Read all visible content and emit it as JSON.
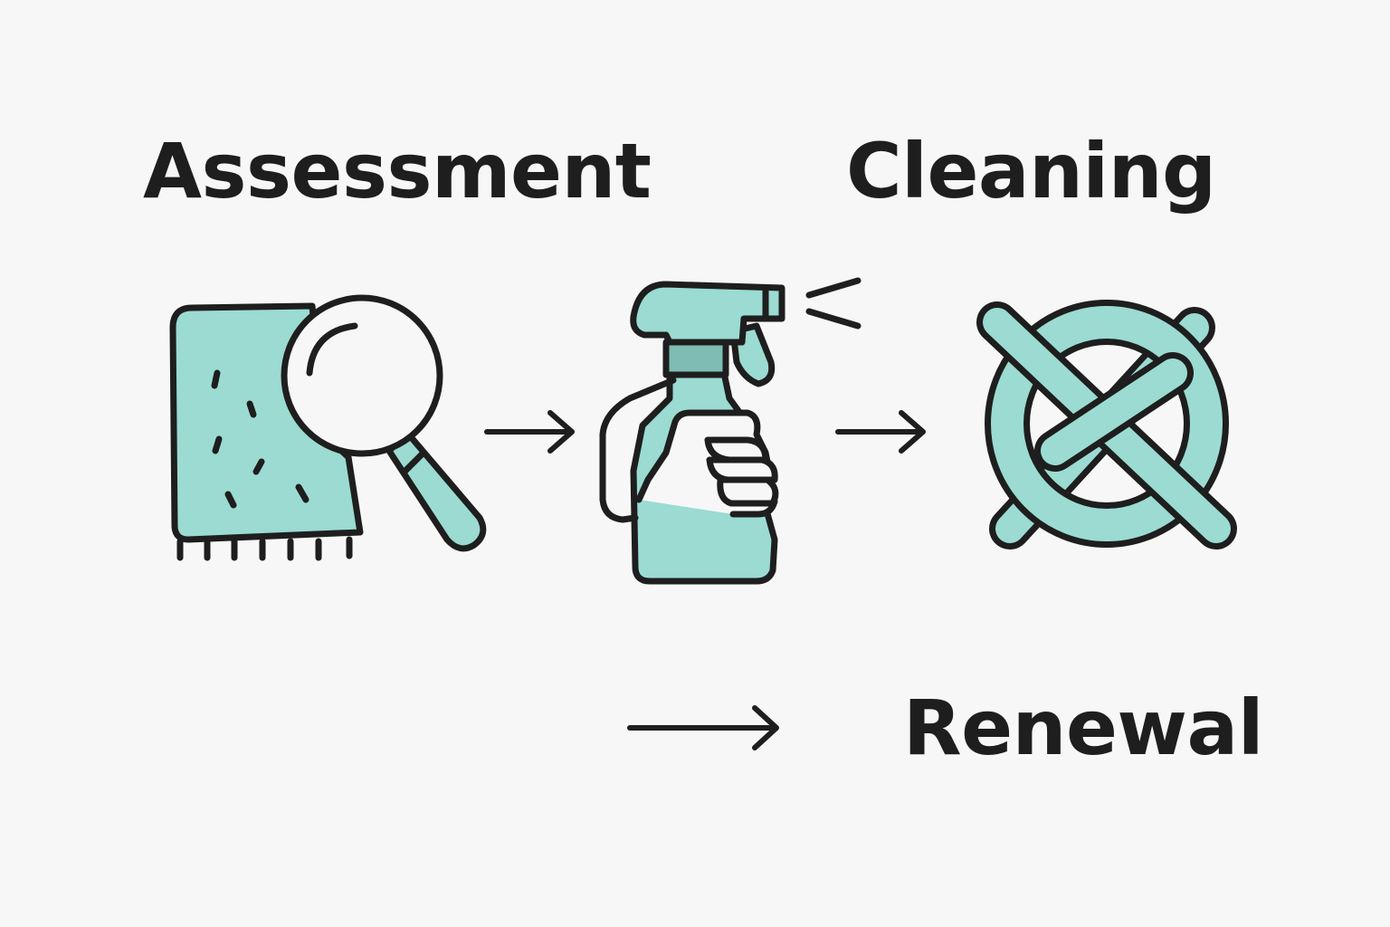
{
  "steps": {
    "assessment": {
      "label": "Assessment",
      "icon": "rug-magnifier-icon"
    },
    "cleaning": {
      "label": "Cleaning",
      "icon": "spray-bottle-icon"
    },
    "renewal": {
      "label": "Renewal",
      "icon": "knot-icon"
    }
  },
  "colors": {
    "background": "#f7f7f7",
    "fill": "#9bdbd2",
    "fill_dark": "#7fbcb3",
    "outline": "#1e1e1e"
  }
}
